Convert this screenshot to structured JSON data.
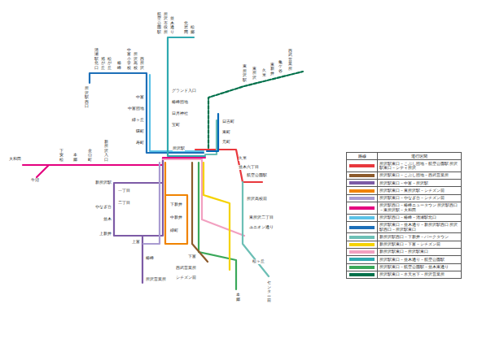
{
  "diagram": {
    "labels": [
      "路線",
      "運行区間",
      "清瀬駅北口",
      "旭が丘",
      "松が丘",
      "椿峰",
      "中富小学校",
      "所沢高校",
      "西所沢",
      "所沢駅西口",
      "航空公園駅",
      "所沢市役所",
      "並木通り",
      "北岩岡",
      "松郷",
      "東所沢駅",
      "東所沢",
      "久米",
      "東新井",
      "亀ケ谷",
      "西武営業所",
      "グランド入口",
      "椿峰団地",
      "日月神社",
      "宝町",
      "中富",
      "中富団地",
      "緑ヶ丘",
      "曙町",
      "寿町",
      "日吉町",
      "東町",
      "元町",
      "久米",
      "並木六丁目",
      "航空公園駅",
      "所沢高校前",
      "東所沢二丁目",
      "ユニオン通り",
      "大和田",
      "牛沼",
      "下安松",
      "本郷",
      "金山町",
      "新所沢入口",
      "新所沢駅",
      "やなぎ台",
      "並木",
      "上新井",
      "一丁目",
      "二丁目",
      "上富",
      "椿峰",
      "所沢営業所",
      "下新井",
      "中新井",
      "緑町",
      "下富",
      "西武営業所",
      "シチズン前",
      "本郷",
      "センター前",
      "松ヶ丘",
      "所沢駅"
    ],
    "legend": [
      {
        "text": "所沢駅東口－こぶし団地－航空公園駅 所沢駅東口－シティ所沢",
        "color": "#e8383d"
      },
      {
        "text": "所沢駅東口－こぶし団地－西武営業所",
        "color": "#8c5a2b"
      },
      {
        "text": "所沢駅東口－中富－所沢駅",
        "color": "#7d5ba6"
      },
      {
        "text": "所沢駅東口－東所沢駅－シチズン前",
        "color": "#f08300"
      },
      {
        "text": "所沢駅東口－やなぎ台－シチズン前",
        "color": "#a99bd1"
      },
      {
        "text": "所沢駅西口－椿峰ニュータウン 所沢駅西口－東所沢駅－大和田",
        "color": "#e4007f"
      },
      {
        "text": "所沢駅西口－椿峰－清瀬駅北口",
        "color": "#5bc2e7"
      },
      {
        "text": "所沢駅東口－並木通り－新所沢駅西口 所沢駅西口－所沢駅東口",
        "color": "#1d6fb8"
      },
      {
        "text": "新所沢駅西口－下新井－パークタウン",
        "color": "#6cbfb5"
      },
      {
        "text": "新所沢駅東口－下富－シチズン前",
        "color": "#f5d200"
      },
      {
        "text": "新所沢駅東口－所沢駅東口",
        "color": "#f2a0c0"
      },
      {
        "text": "所沢駅東口－並木通り－航空公園駅",
        "color": "#2fa9b0"
      },
      {
        "text": "所沢駅東口－航空公園駅－並木東通り",
        "color": "#3aa85a"
      },
      {
        "text": "所沢駅東口－水天宮下－所沢営業所",
        "color": "#00704a"
      }
    ]
  }
}
